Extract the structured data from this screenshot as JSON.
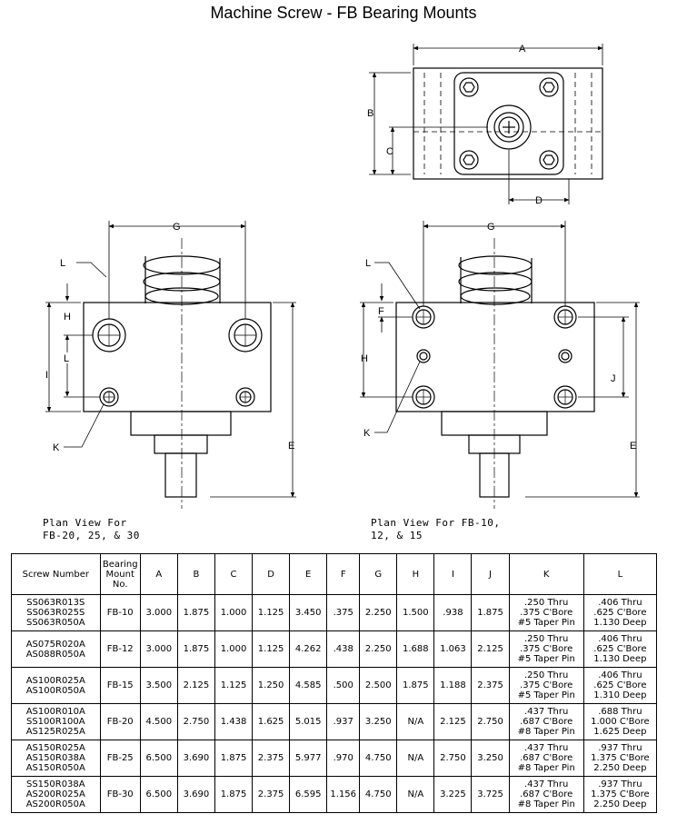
{
  "title": "Machine Screw - FB Bearing Mounts",
  "top_view_labels": {
    "A": "A",
    "B": "B",
    "C": "C",
    "D": "D"
  },
  "left_view_labels": {
    "G": "G",
    "L1": "L",
    "H": "H",
    "L2": "L",
    "I": "I",
    "K": "K",
    "E": "E"
  },
  "right_view_labels": {
    "G": "G",
    "L": "L",
    "F": "F",
    "H": "H",
    "J": "J",
    "K": "K",
    "E": "E"
  },
  "captions": {
    "left": "Plan View For\nFB-20, 25, & 30",
    "right": "Plan View For FB-10,\n12, & 15"
  },
  "table": {
    "headers": [
      "Screw Number",
      "Bearing\nMount\nNo.",
      "A",
      "B",
      "C",
      "D",
      "E",
      "F",
      "G",
      "H",
      "I",
      "J",
      "K",
      "L"
    ],
    "rows": [
      [
        "SS063R013S\nSS063R025S\nSS063R050A",
        "FB-10",
        "3.000",
        "1.875",
        "1.000",
        "1.125",
        "3.450",
        ".375",
        "2.250",
        "1.500",
        ".938",
        "1.875",
        ".250 Thru\n.375 C'Bore\n#5 Taper Pin",
        ".406 Thru\n.625 C'Bore\n1.130 Deep"
      ],
      [
        "AS075R020A\nAS088R050A",
        "FB-12",
        "3.000",
        "1.875",
        "1.000",
        "1.125",
        "4.262",
        ".438",
        "2.250",
        "1.688",
        "1.063",
        "2.125",
        ".250 Thru\n.375 C'Bore\n#5 Taper Pin",
        ".406 Thru\n.625 C'Bore\n1.130 Deep"
      ],
      [
        "AS100R025A\nAS100R050A",
        "FB-15",
        "3.500",
        "2.125",
        "1.125",
        "1.250",
        "4.585",
        ".500",
        "2.500",
        "1.875",
        "1.188",
        "2.375",
        ".250 Thru\n.375 C'Bore\n#5 Taper Pin",
        ".406 Thru\n.625 C'Bore\n1.310 Deep"
      ],
      [
        "AS100R010A\nSS100R100A\nAS125R025A",
        "FB-20",
        "4.500",
        "2.750",
        "1.438",
        "1.625",
        "5.015",
        ".937",
        "3.250",
        "N/A",
        "2.125",
        "2.750",
        ".437 Thru\n.687 C'Bore\n#8 Taper Pin",
        ".688 Thru\n1.000 C'Bore\n1.625 Deep"
      ],
      [
        "AS150R025A\nAS150R038A\nAS150R050A",
        "FB-25",
        "6.500",
        "3.690",
        "1.875",
        "2.375",
        "5.977",
        ".970",
        "4.750",
        "N/A",
        "2.750",
        "3.250",
        ".437 Thru\n.687 C'Bore\n#8 Taper Pin",
        ".937 Thru\n1.375 C'Bore\n2.250 Deep"
      ],
      [
        "SS150R038A\nAS200R025A\nAS200R050A",
        "FB-30",
        "6.500",
        "3.690",
        "1.875",
        "2.375",
        "6.595",
        "1.156",
        "4.750",
        "N/A",
        "3.225",
        "3.725",
        ".437 Thru\n.687 C'Bore\n#8 Taper Pin",
        ".937 Thru\n1.375 C'Bore\n2.250 Deep"
      ]
    ]
  }
}
